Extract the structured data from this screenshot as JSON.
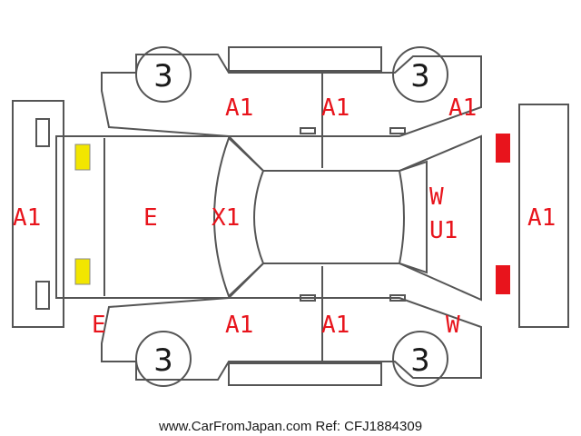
{
  "colors": {
    "damage_code": "#e8141c",
    "outline": "#555555",
    "lamp_yellow": "#f2e600",
    "lamp_red": "#e8141c"
  },
  "panels": {
    "front_bumper": "A1",
    "front_left_area": "E",
    "front_left_lower": "E",
    "windshield_center": "X1",
    "left_front_door_top": "A1",
    "left_rear_door_top": "A1",
    "left_rear_quarter_top": "A1",
    "rear_glass_top": "W",
    "rear_glass_bottom": "U1",
    "rear_bumper": "A1",
    "left_front_door_bottom": "A1",
    "left_rear_door_bottom": "A1",
    "rear_quarter_bottom": "W"
  },
  "wheels": {
    "front_top": "3",
    "rear_top": "3",
    "front_bottom": "3",
    "rear_bottom": "3"
  },
  "footer_text": "www.CarFromJapan.com Ref: CFJ1884309"
}
